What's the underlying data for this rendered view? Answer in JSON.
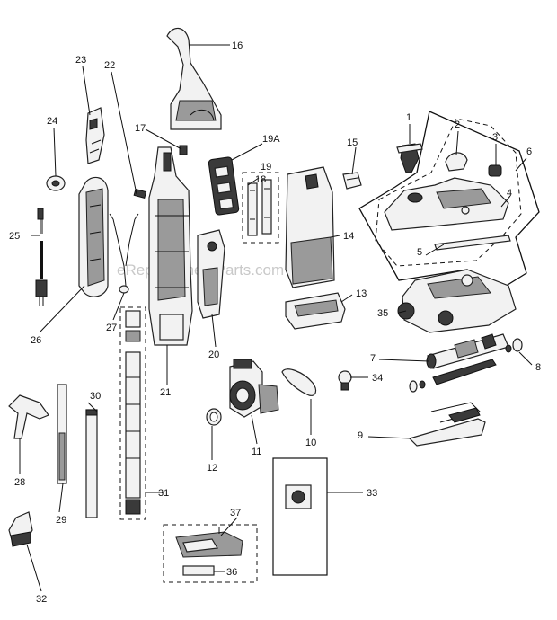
{
  "watermark": "eReplacementParts.com",
  "labels": {
    "l1": "1",
    "l2": "2",
    "l3": "3",
    "l4": "4",
    "l5": "5",
    "l6": "6",
    "l7": "7",
    "l8": "8",
    "l9": "9",
    "l10": "10",
    "l11": "11",
    "l12": "12",
    "l13": "13",
    "l14": "14",
    "l15": "15",
    "l16": "16",
    "l17": "17",
    "l18": "18",
    "l19": "19",
    "l19a": "19A",
    "l20": "20",
    "l21": "21",
    "l22": "22",
    "l23": "23",
    "l24": "24",
    "l25": "25",
    "l26": "26",
    "l27": "27",
    "l28": "28",
    "l29": "29",
    "l30": "30",
    "l31": "31",
    "l32": "32",
    "l33": "33",
    "l34": "34",
    "l35": "35",
    "l36": "36",
    "l37": "37"
  }
}
